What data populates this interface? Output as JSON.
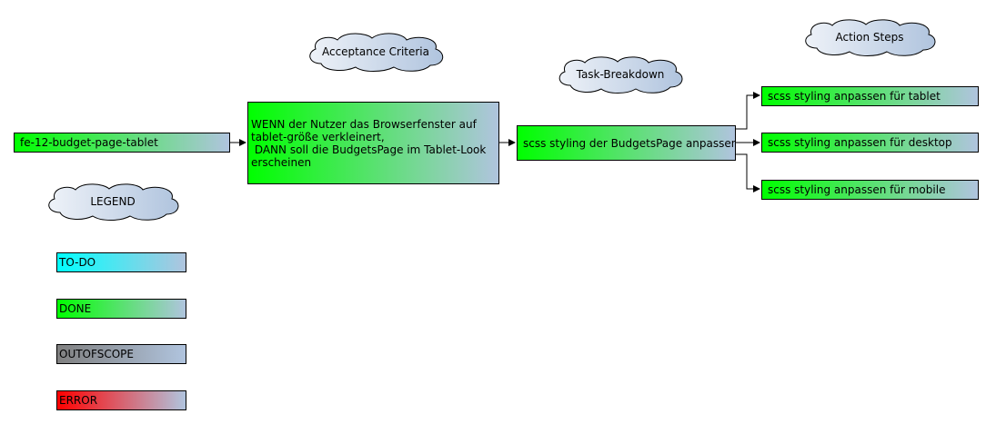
{
  "clouds": {
    "acceptance": "Acceptance Criteria",
    "task": "Task-Breakdown",
    "action": "Action Steps",
    "legend": "LEGEND"
  },
  "ticket": "fe-12-budget-page-tablet",
  "acceptance_criteria": {
    "lines": [
      "WENN der Nutzer das Browserfenster auf",
      "tablet-größe verkleinert,",
      " DANN soll die BudgetsPage im Tablet-Look",
      "erscheinen"
    ]
  },
  "task": "scss styling der BudgetsPage anpassen",
  "actions": [
    "scss styling anpassen für tablet",
    "scss styling anpassen für desktop",
    "scss styling anpassen für mobile"
  ],
  "legend": {
    "todo": "TO-DO",
    "done": "DONE",
    "outofscope": "OUTOFSCOPE",
    "error": "ERROR"
  },
  "colors": {
    "done": "#00ff00",
    "todo": "#00ffff",
    "outofscope": "#808080",
    "error": "#ff0000",
    "gradient_end": "#b0c4de",
    "cloud_fill": "#d4dcea"
  }
}
